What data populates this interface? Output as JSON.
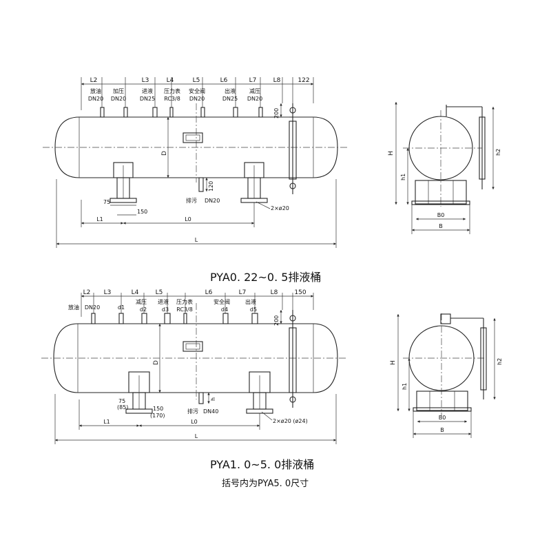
{
  "top": {
    "dims": [
      "L2",
      "L3",
      "L4",
      "L5",
      "L6",
      "L7",
      "L8",
      "122"
    ],
    "nozzles": [
      {
        "name": "放油",
        "size": "DN20"
      },
      {
        "name": "加压",
        "size": "DN20"
      },
      {
        "name": "进液",
        "size": "DN25"
      },
      {
        "name": "压力表",
        "size": "RC3/8"
      },
      {
        "name": "安全阀",
        "size": "DN20"
      },
      {
        "name": "出液",
        "size": "DN25"
      },
      {
        "name": "减压",
        "size": "DN20"
      }
    ],
    "h200": "200",
    "d": "D",
    "h120": "120",
    "drain": "排污",
    "drain_size": "DN20",
    "d75": "75",
    "d150": "150",
    "holes": "2×ø20",
    "l1": "L1",
    "l0": "L0",
    "l": "L",
    "caption": "PYA0. 22~0. 5排液桶",
    "side": {
      "h": "H",
      "h1": "h1",
      "h2": "h2",
      "b0": "B0",
      "b": "B"
    }
  },
  "bottom": {
    "dims": [
      "L2",
      "L3",
      "L4",
      "L5",
      "L6",
      "L7",
      "L8",
      "150"
    ],
    "nozzles": [
      {
        "name": "放油",
        "size": "DN20"
      },
      {
        "name": "",
        "size": "d1"
      },
      {
        "name": "减压",
        "size": "d2"
      },
      {
        "name": "进液",
        "size": "d3"
      },
      {
        "name": "压力表",
        "size": "RC3/8"
      },
      {
        "name": "安全阀",
        "size": "d4"
      },
      {
        "name": "出液",
        "size": "d5"
      }
    ],
    "h200": "200",
    "d": "D",
    "h": "h",
    "drain": "排污",
    "drain_size": "DN40",
    "d75": "75",
    "d85": "(85)",
    "d150": "150",
    "d170": "(170)",
    "holes": "2×ø20 (ø24)",
    "l1": "L1",
    "l0": "L0",
    "l": "L",
    "caption": "PYA1. 0~5. 0排液桶",
    "note": "括号内为PYA5. 0尺寸",
    "side": {
      "h": "H",
      "h1": "h1",
      "h2": "h2",
      "b0": "B0",
      "b": "B"
    }
  }
}
